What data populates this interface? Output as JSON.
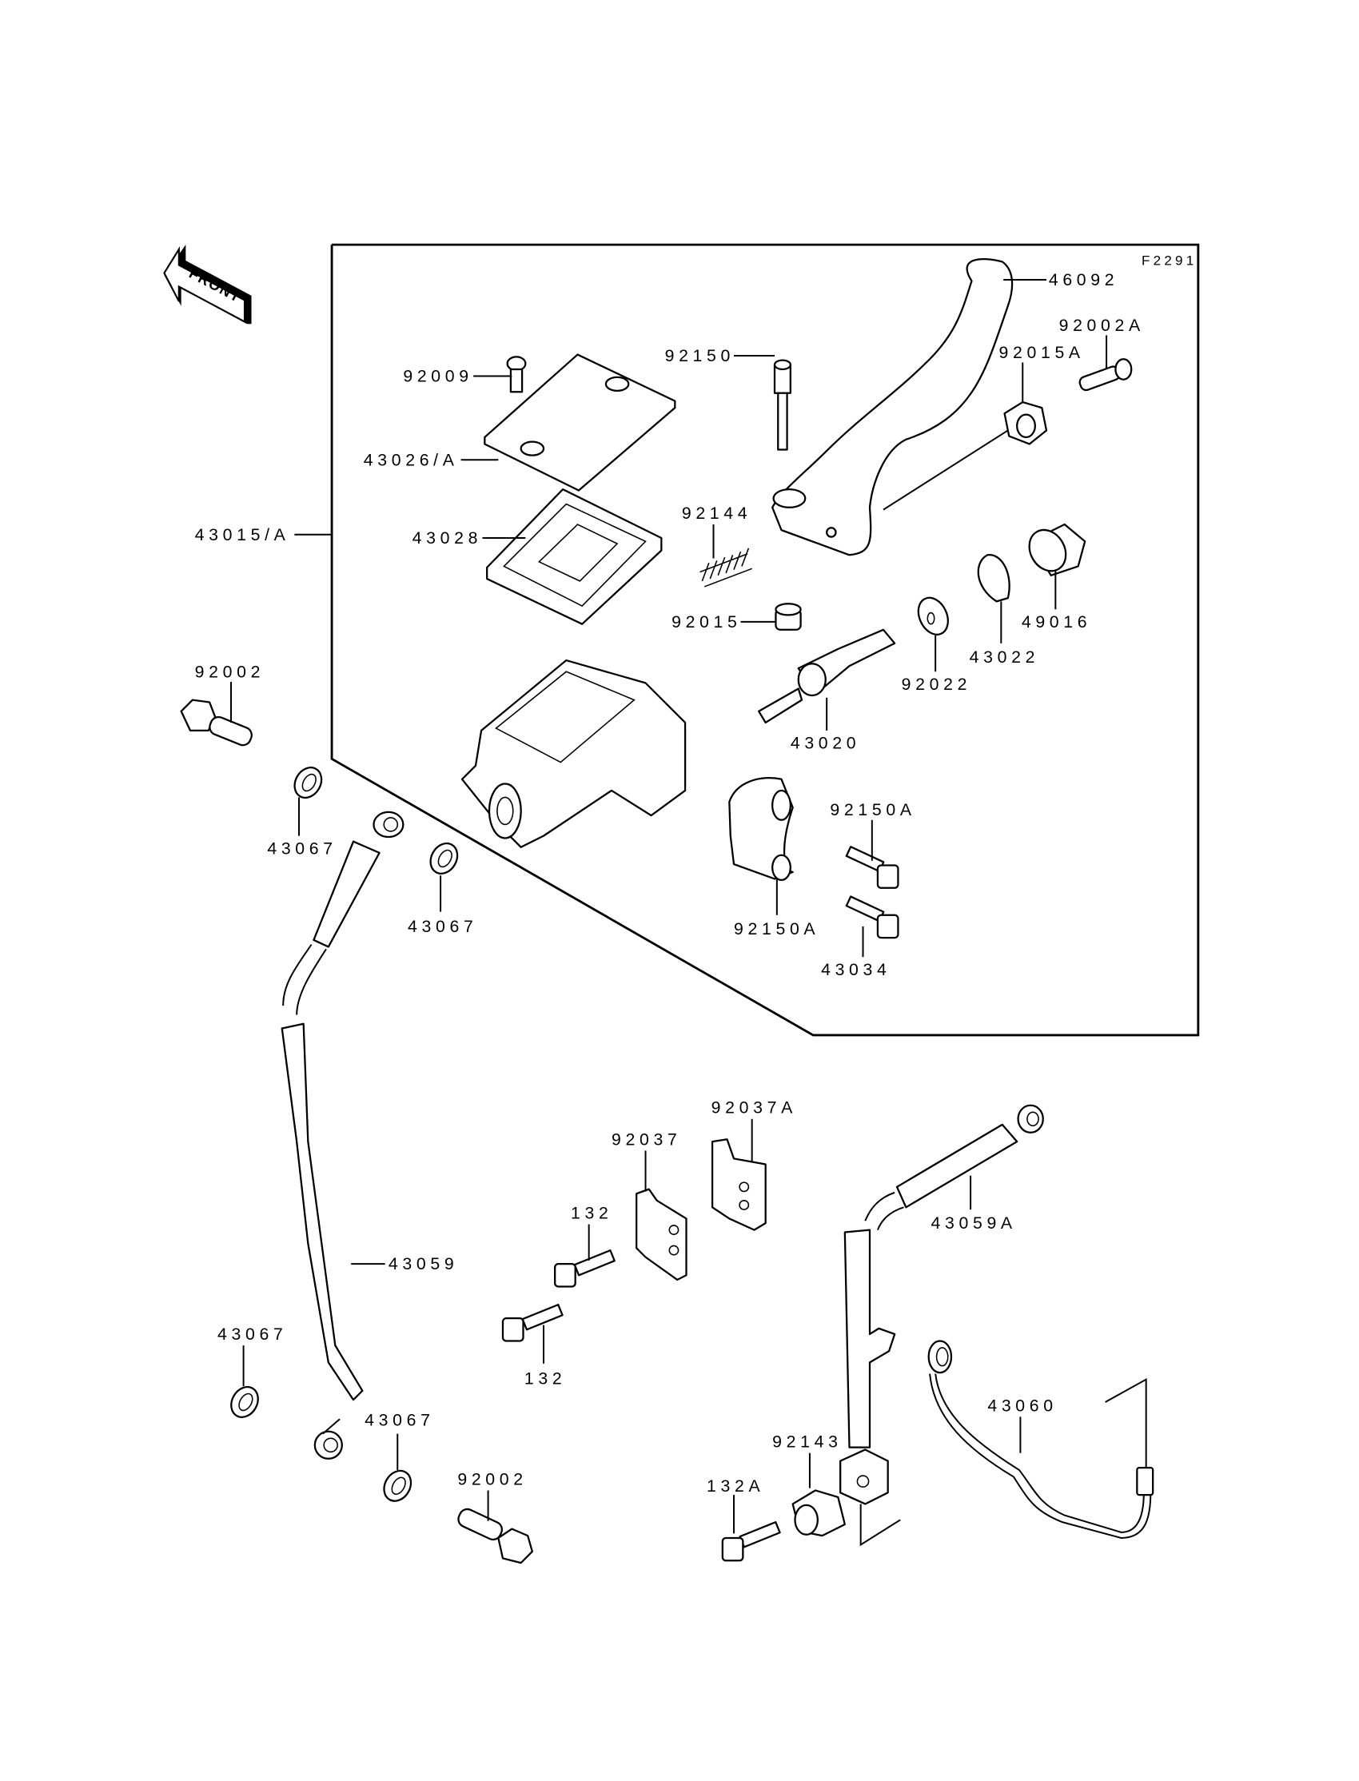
{
  "diagram": {
    "figure_code": "F2291",
    "front_indicator": "FRONT",
    "assembly_label": "43015/A",
    "labels": [
      {
        "id": "lbl-46092",
        "text": "46092"
      },
      {
        "id": "lbl-92002A",
        "text": "92002A"
      },
      {
        "id": "lbl-92015A",
        "text": "92015A"
      },
      {
        "id": "lbl-92150",
        "text": "92150"
      },
      {
        "id": "lbl-92009",
        "text": "92009"
      },
      {
        "id": "lbl-43026A",
        "text": "43026/A"
      },
      {
        "id": "lbl-43028",
        "text": "43028"
      },
      {
        "id": "lbl-92144",
        "text": "92144"
      },
      {
        "id": "lbl-92015",
        "text": "92015"
      },
      {
        "id": "lbl-49016",
        "text": "49016"
      },
      {
        "id": "lbl-43022",
        "text": "43022"
      },
      {
        "id": "lbl-92022",
        "text": "92022"
      },
      {
        "id": "lbl-43020",
        "text": "43020"
      },
      {
        "id": "lbl-92150A-1",
        "text": "92150A"
      },
      {
        "id": "lbl-92150A-2",
        "text": "92150A"
      },
      {
        "id": "lbl-43034",
        "text": "43034"
      },
      {
        "id": "lbl-92002-1",
        "text": "92002"
      },
      {
        "id": "lbl-43067-1",
        "text": "43067"
      },
      {
        "id": "lbl-43067-2",
        "text": "43067"
      },
      {
        "id": "lbl-43059",
        "text": "43059"
      },
      {
        "id": "lbl-43067-3",
        "text": "43067"
      },
      {
        "id": "lbl-43067-4",
        "text": "43067"
      },
      {
        "id": "lbl-92002-2",
        "text": "92002"
      },
      {
        "id": "lbl-92037A",
        "text": "92037A"
      },
      {
        "id": "lbl-92037",
        "text": "92037"
      },
      {
        "id": "lbl-132-1",
        "text": "132"
      },
      {
        "id": "lbl-132-2",
        "text": "132"
      },
      {
        "id": "lbl-43059A",
        "text": "43059A"
      },
      {
        "id": "lbl-43060",
        "text": "43060"
      },
      {
        "id": "lbl-92143",
        "text": "92143"
      },
      {
        "id": "lbl-132A",
        "text": "132A"
      }
    ]
  }
}
